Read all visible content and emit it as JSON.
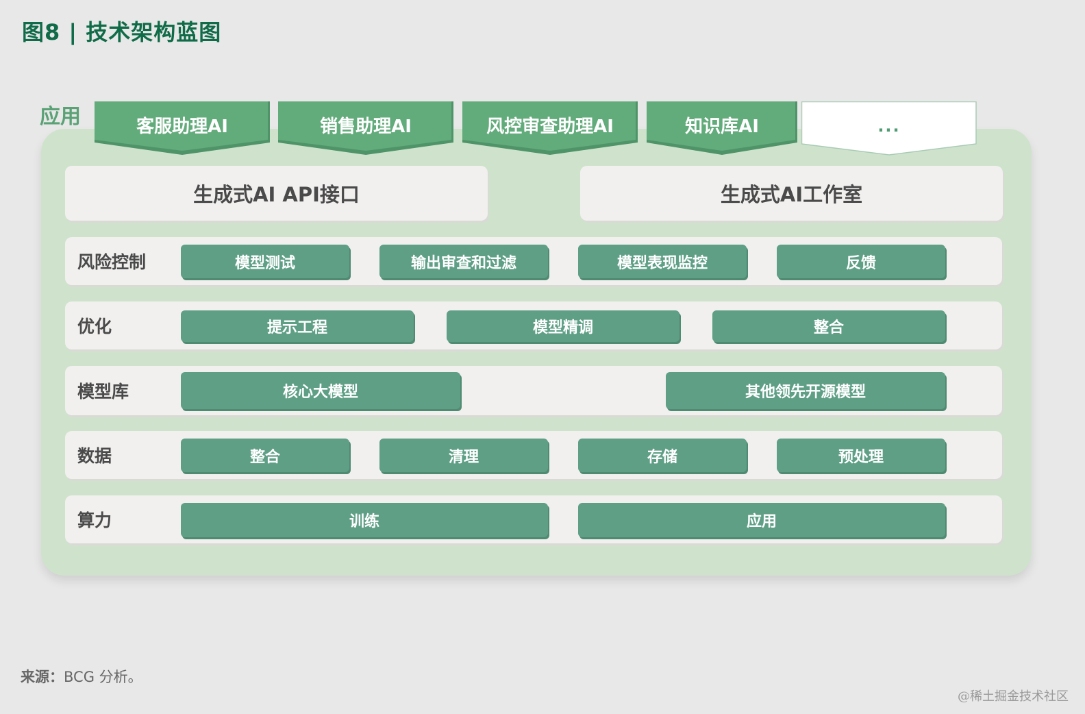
{
  "title": "图8 | 技术架构蓝图",
  "app_layer": {
    "label": "应用",
    "tabs": [
      {
        "label": "客服助理AI"
      },
      {
        "label": "销售助理AI"
      },
      {
        "label": "风控审查助理AI"
      },
      {
        "label": "知识库AI"
      },
      {
        "label": "..."
      }
    ]
  },
  "interfaces": [
    {
      "label": "生成式AI API接口"
    },
    {
      "label": "生成式AI工作室"
    }
  ],
  "layers": [
    {
      "label": "风险控制",
      "items": [
        "模型测试",
        "输出审查和过滤",
        "模型表现监控",
        "反馈"
      ]
    },
    {
      "label": "优化",
      "items": [
        "提示工程",
        "模型精调",
        "整合"
      ]
    },
    {
      "label": "模型库",
      "items": [
        "核心大模型",
        "其他领先开源模型"
      ]
    },
    {
      "label": "数据",
      "items": [
        "整合",
        "清理",
        "存储",
        "预处理"
      ]
    },
    {
      "label": "算力",
      "items": [
        "训练",
        "应用"
      ]
    }
  ],
  "source": {
    "label": "来源：",
    "text": "BCG 分析。"
  },
  "watermark": "@稀土掘金技术社区",
  "colors": {
    "title": "#0f6b48",
    "app_tab": "#62ab7b",
    "chip": "#5e9f86",
    "panel": "#cfe3cc",
    "row_bg": "#f1f0ef",
    "background": "#e8e8e8"
  }
}
